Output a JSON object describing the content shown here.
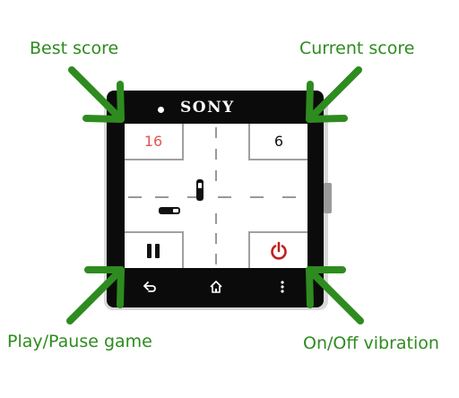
{
  "callouts": {
    "best_score": "Best score",
    "current_score": "Current score",
    "play_pause": "Play/Pause game",
    "vibration": "On/Off vibration"
  },
  "device": {
    "brand": "SONY"
  },
  "game": {
    "best_score": "16",
    "current_score": "6"
  },
  "icons": {
    "pause": "pause-icon",
    "power": "power-icon",
    "back": "back-icon",
    "home": "home-icon",
    "menu": "menu-icon"
  },
  "colors": {
    "callout_green": "#2e8b1f",
    "best_score_red": "#e45555",
    "power_red": "#c02020",
    "bezel_black": "#0b0b0b"
  }
}
